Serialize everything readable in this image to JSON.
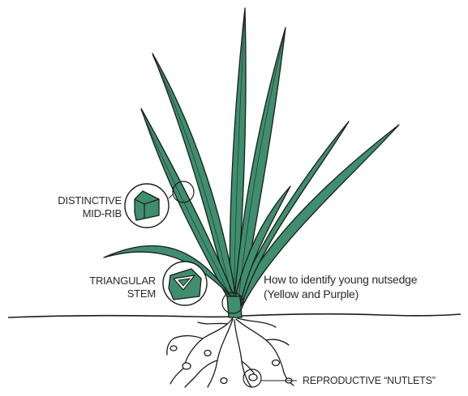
{
  "labels": {
    "midrib_line1": "DISTINCTIVE",
    "midrib_line2": "MID-RIB",
    "stem_line1": "TRIANGULAR",
    "stem_line2": "STEM",
    "caption_line1": "How to identify young nutsedge",
    "caption_line2": "(Yellow and Purple)",
    "nutlets": "REPRODUCTIVE “NUTLETS”"
  },
  "colors": {
    "leaf_fill": "#3e8e6f",
    "leaf_dark": "#2a6b51",
    "outline": "#1c1c1c",
    "background": "#ffffff"
  }
}
